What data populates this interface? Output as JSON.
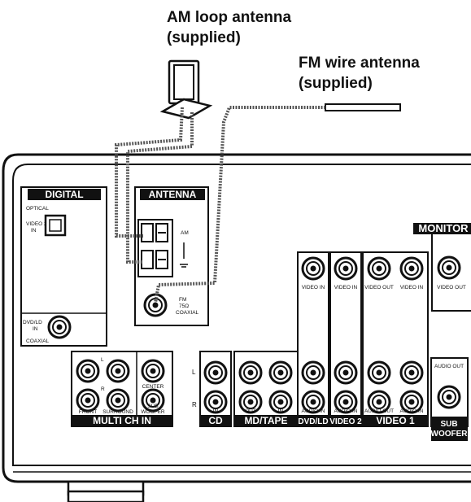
{
  "callouts": {
    "am_line1": "AM loop antenna",
    "am_line2": "(supplied)",
    "fm_line1": "FM wire antenna",
    "fm_line2": "(supplied)"
  },
  "panel": {
    "digital": {
      "title": "DIGITAL",
      "optical": "OPTICAL",
      "video2_in_1": "VIDEO 2",
      "video2_in_2": "IN",
      "dvd_1": "DVD/LD",
      "dvd_2": "IN",
      "coaxial": "COAXIAL"
    },
    "antenna": {
      "title": "ANTENNA",
      "am": "AM",
      "fm_1": "FM",
      "fm_2": "75Ω",
      "fm_3": "COAXIAL"
    },
    "monitor": {
      "title": "MONITOR",
      "video_out": "VIDEO OUT"
    },
    "multi_ch_in": {
      "title": "MULTI CH IN",
      "l": "L",
      "r": "R",
      "center": "CENTER",
      "sub_1": "SUB",
      "sub_2": "WOOFER",
      "front": "FRONT",
      "surround": "SURROUND"
    },
    "side_l": "L",
    "side_r": "R",
    "cd": {
      "title": "CD",
      "in": "IN"
    },
    "md_tape": {
      "title": "MD/TAPE",
      "out": "OUT",
      "in": "IN"
    },
    "dvd_ld": {
      "title": "DVD/LD",
      "video_in": "VIDEO IN",
      "audio_in": "AUDIO IN"
    },
    "video2": {
      "title": "VIDEO 2",
      "video_in": "VIDEO IN",
      "audio_in": "AUDIO IN"
    },
    "video1": {
      "title": "VIDEO 1",
      "video_out": "VIDEO OUT",
      "video_in": "VIDEO IN",
      "audio_out": "AUDIO OUT",
      "audio_in": "AUDIO IN"
    },
    "subwoofer": {
      "title_1": "SUB",
      "title_2": "WOOFER",
      "audio_out": "AUDIO OUT"
    }
  }
}
